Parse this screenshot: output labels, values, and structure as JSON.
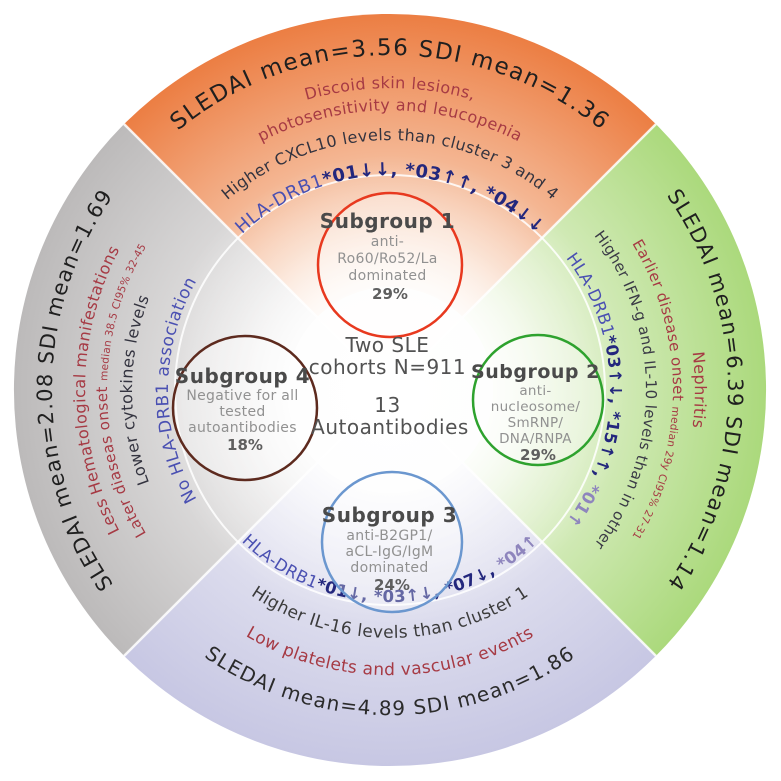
{
  "center": {
    "line1": "Two SLE",
    "line2": "cohorts N=911",
    "line3": "13",
    "line4": "Autoantibodies"
  },
  "quadrants": {
    "top": {
      "sledai": "SLEDAI mean=3.56 SDI mean=1.36",
      "clinical_line1": "Discoid skin lesions,",
      "clinical_line2": "photosensitivity and leucopenia",
      "biomarker": "Higher CXCL10 levels than cluster 3 and 4",
      "hla_prefix": "HLA-DRB1",
      "hla_alleles": "*01↓↓, *03↑↑, *04↓↓"
    },
    "right": {
      "sledai": "SLEDAI mean=6.39 SDI mean=1.14",
      "clinical": "Nephritis",
      "onset": "Earlier disease onset ",
      "onset_detail": "median 29y CI95% 27-31",
      "biomarker": "Higher IFN-g and IL-10 levels than in other",
      "hla_prefix": "HLA-DRB1",
      "hla_alleles": "*03↑↓, *15↑↑, ",
      "hla_alleles_light": "*01↑"
    },
    "bottom": {
      "hla_prefix": "HLA-DRB1",
      "hla_alleles": "*01↓, *03↑↓, *07↓, ",
      "hla_alleles_light": "*04↑",
      "biomarker": "Higher IL-16 levels than cluster 1",
      "clinical": "Low platelets and vascular events",
      "sledai": "SLEDAI mean=4.89 SDI mean=1.86"
    },
    "left": {
      "sledai": "SLEDAI mean=2.08 SDI mean=1.69",
      "clinical": "Less Hematological manifestations",
      "onset": "Later diaseas onset ",
      "onset_detail": "median 38.5 CI95% 32-45",
      "biomarker": "Lower cytokines levels",
      "hla": "No HLA-DRB1 association"
    }
  },
  "subgroups": [
    {
      "title": "Subgroup 1",
      "antibody_lines": [
        "anti-",
        "Ro60/Ro52/La",
        "dominated"
      ],
      "percent": "29%",
      "ring_color": "#e8391f"
    },
    {
      "title": "Subgroup 2",
      "antibody_lines": [
        "anti-",
        "nucleosome/",
        "SmRNP/",
        "DNA/RNPA"
      ],
      "percent": "29%",
      "ring_color": "#2ea22e"
    },
    {
      "title": "Subgroup 3",
      "antibody_lines": [
        "anti-B2GP1/",
        "aCL-IgG/IgM",
        "dominated"
      ],
      "percent": "24%",
      "ring_color": "#6b97cf"
    },
    {
      "title": "Subgroup 4",
      "antibody_lines": [
        "Negative for all",
        "tested",
        "autoantibodies"
      ],
      "percent": "18%",
      "ring_color": "#5d2a1e"
    }
  ],
  "colors": {
    "top_quadrant_rim": "#ec7e43",
    "right_quadrant_rim": "#abd97c",
    "bottom_quadrant_rim": "#c7c7e3",
    "left_quadrant_rim": "#bcbaba",
    "sledai_text": "#1f1f1f",
    "clinical_red": "#a63a44",
    "biomarker_dark": "#33333f",
    "hla_prefix_blue": "#4a50b2",
    "hla_allele_navy": "#23277d",
    "hla_allele_light_purple": "#8e85bd",
    "subgroup_title_gray": "#4a4a4a",
    "subgroup_text_gray": "#919191"
  }
}
